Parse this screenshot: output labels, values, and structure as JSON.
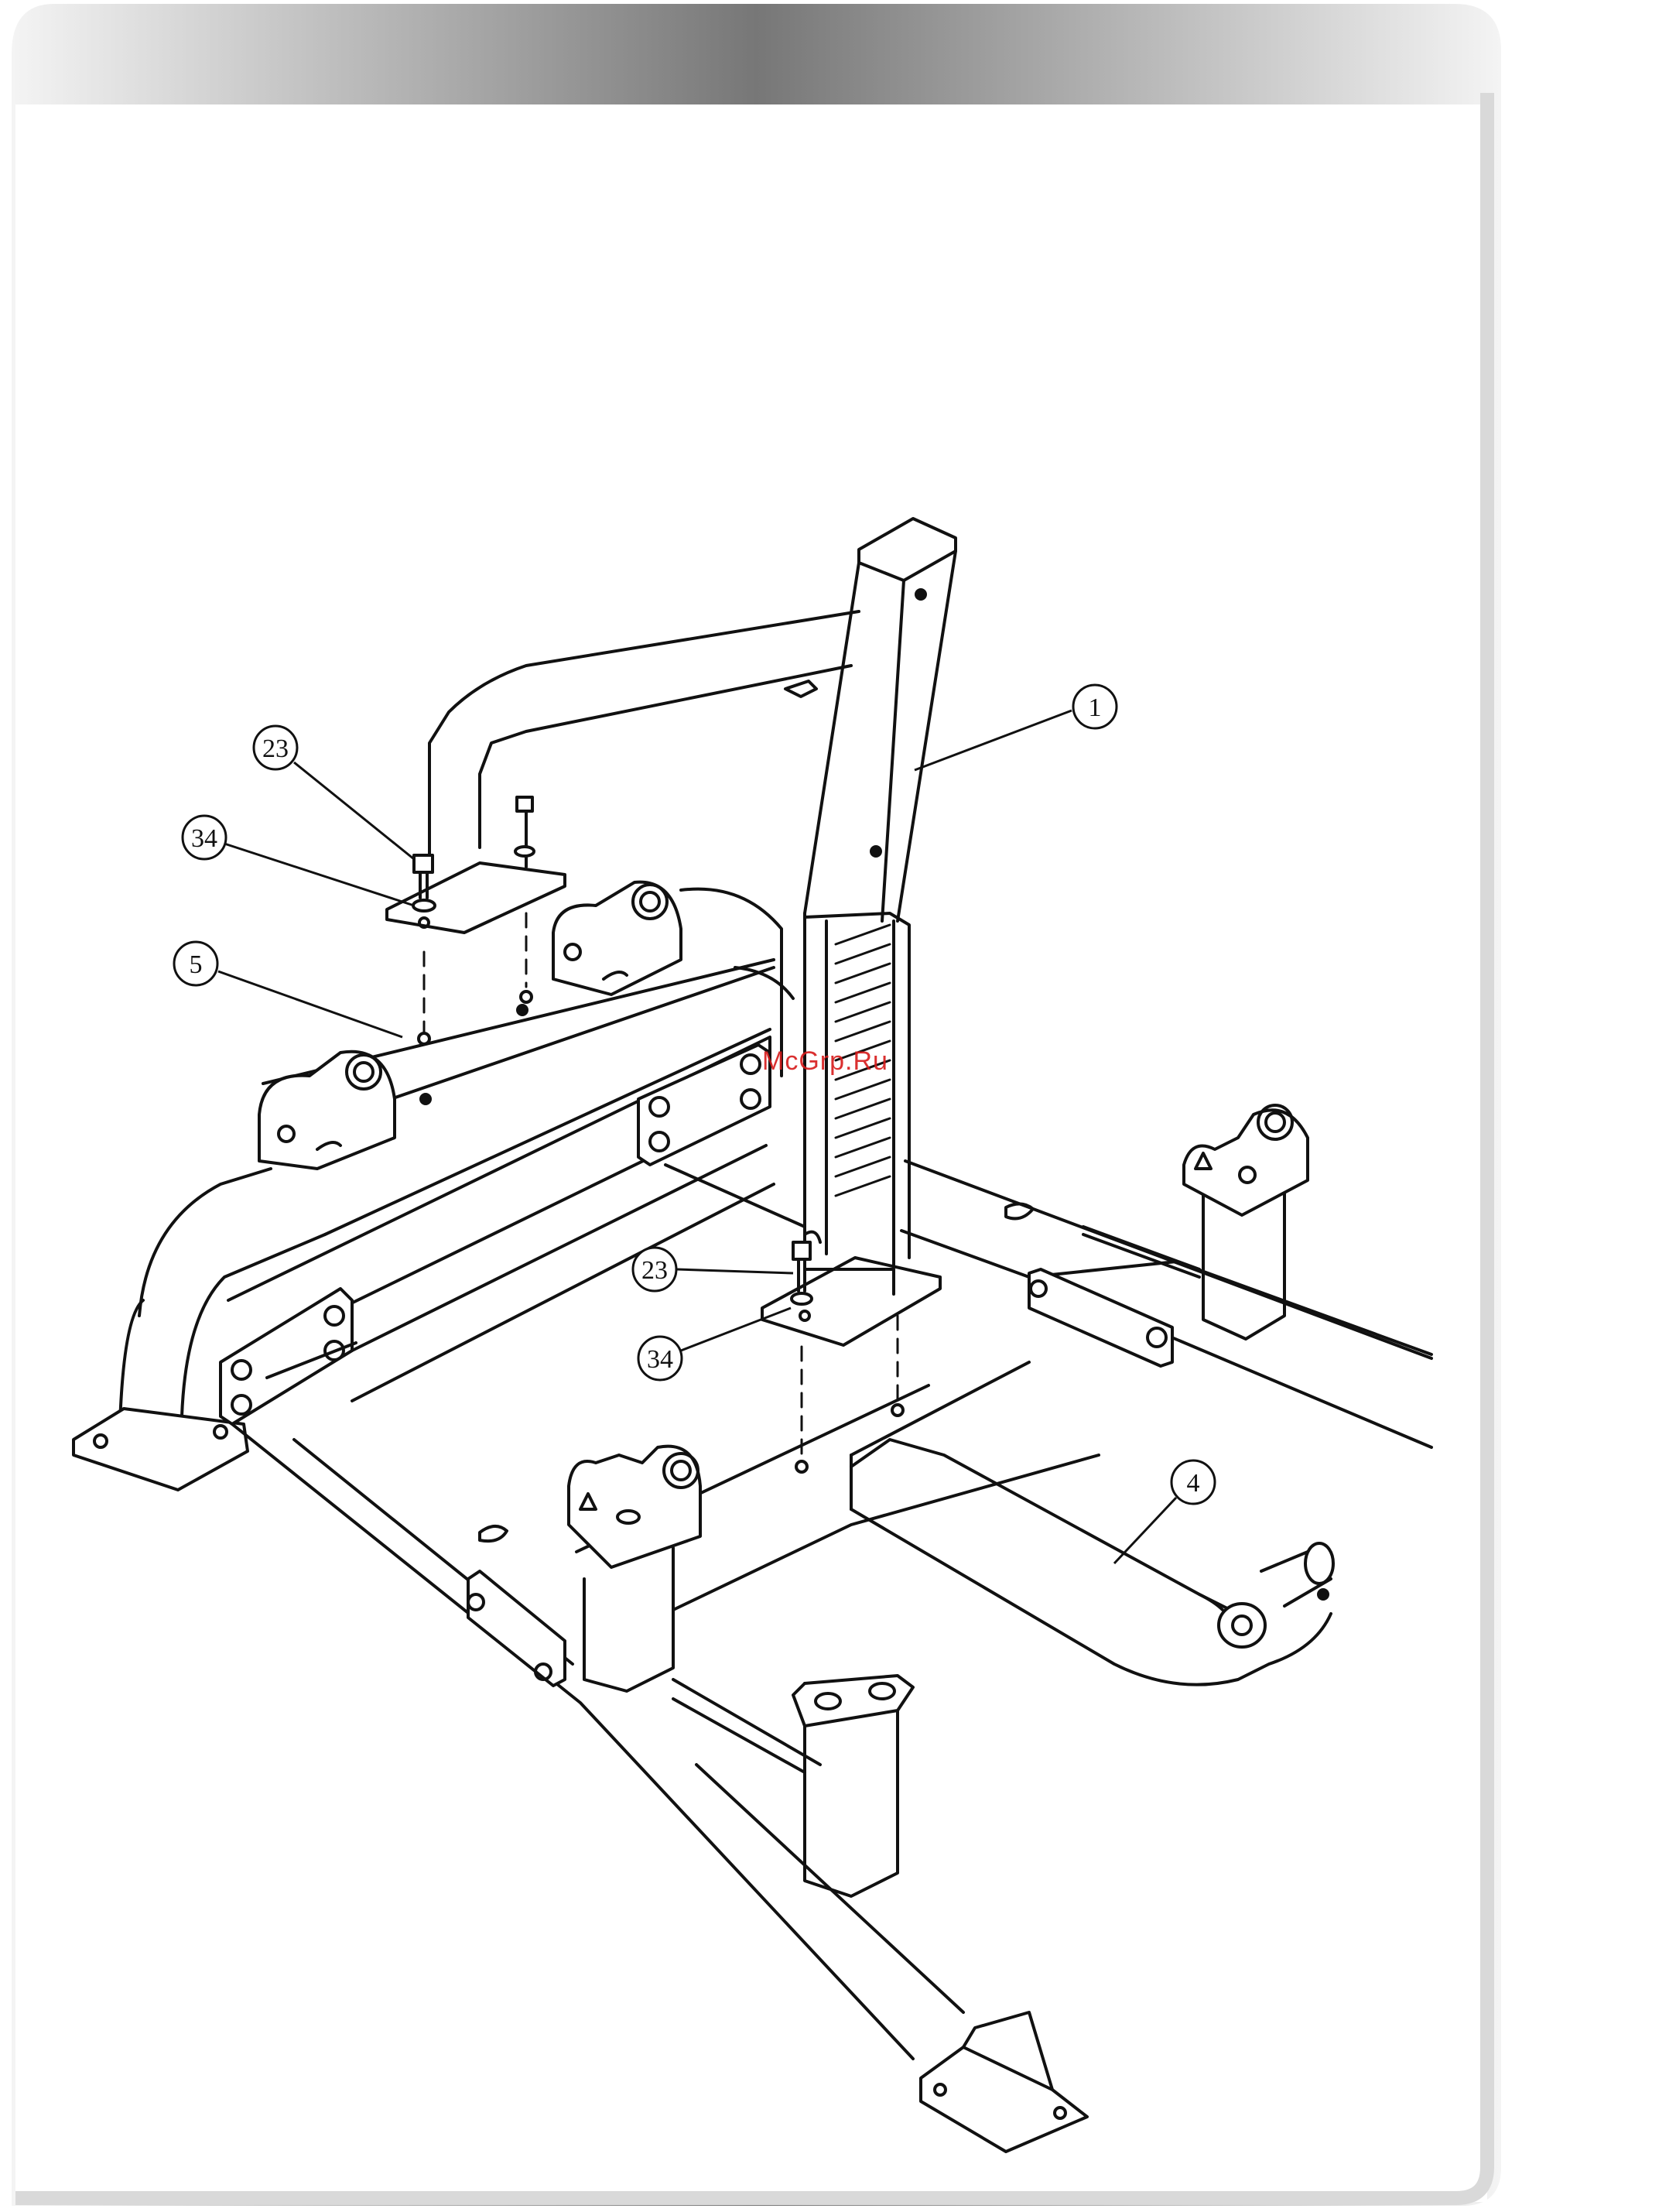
{
  "watermark": {
    "text": "McGrp.Ru",
    "color": "#d61a1a"
  },
  "frame": {
    "header_gradient": [
      "#f2f2f2",
      "#7a7a7a"
    ],
    "border_color": "#d9d9d9"
  },
  "callouts": [
    {
      "id": "c1",
      "label": "1",
      "part": "upright-column"
    },
    {
      "id": "c23a",
      "label": "23",
      "part": "bolt-upper"
    },
    {
      "id": "c34a",
      "label": "34",
      "part": "washer-upper"
    },
    {
      "id": "c5",
      "label": "5",
      "part": "rear-frame"
    },
    {
      "id": "c23b",
      "label": "23",
      "part": "bolt-lower"
    },
    {
      "id": "c34b",
      "label": "34",
      "part": "washer-lower"
    },
    {
      "id": "c4",
      "label": "4",
      "part": "front-arm"
    }
  ]
}
